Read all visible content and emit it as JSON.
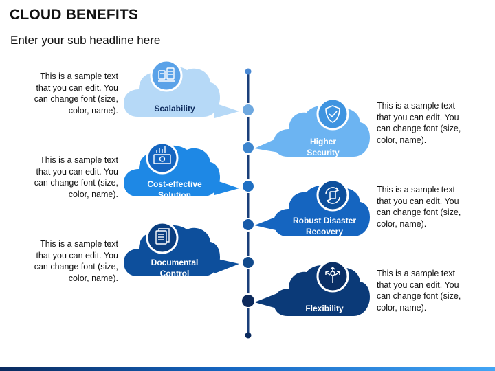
{
  "title": "CLOUD BENEFITS",
  "subtitle": "Enter your sub headline here",
  "items": [
    {
      "label_line1": "Scalability",
      "label_line2": "",
      "description": [
        "This is a sample text",
        "that you can edit. You",
        "can change font (size,",
        "color, name)."
      ],
      "icon": "scale-servers-icon",
      "color": "#90caf9"
    },
    {
      "label_line1": "Higher",
      "label_line2": "Security",
      "description": [
        "This is a sample text",
        "that you can edit. You",
        "can change font (size,",
        "color, name)."
      ],
      "icon": "shield-check-icon",
      "color": "#64b5f6"
    },
    {
      "label_line1": "Cost-effective",
      "label_line2": "Solution",
      "description": [
        "This is a sample text",
        "that you can edit. You",
        "can change font (size,",
        "color, name)."
      ],
      "icon": "money-chart-icon",
      "color": "#1e88e5"
    },
    {
      "label_line1": "Robust Disaster",
      "label_line2": "Recovery",
      "description": [
        "This is a sample text",
        "that you can edit. You",
        "can change font (size,",
        "color, name)."
      ],
      "icon": "recovery-cycle-icon",
      "color": "#1565c0"
    },
    {
      "label_line1": "Documental",
      "label_line2": "Control",
      "description": [
        "This is a sample text",
        "that you can edit. You",
        "can change font (size,",
        "color, name)."
      ],
      "icon": "document-icon",
      "color": "#0d4f9c"
    },
    {
      "label_line1": "Flexibility",
      "label_line2": "",
      "description": [
        "This is a sample text",
        "that you can edit. You",
        "can change font (size,",
        "color, name)."
      ],
      "icon": "flexibility-arrows-icon",
      "color": "#0b3a78"
    }
  ],
  "colors": {
    "timeline": "#1a3f7a",
    "label_dark": "#0d2a5c",
    "label_light": "#ffffff"
  }
}
